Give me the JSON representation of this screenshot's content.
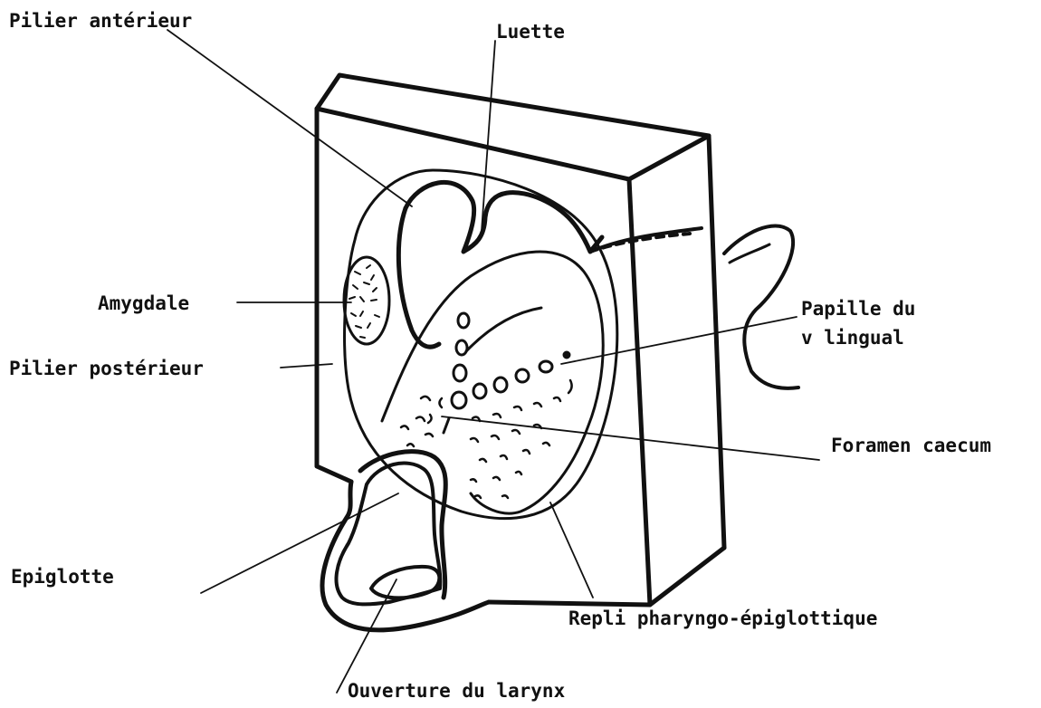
{
  "labels": {
    "pilier_anterieur": "Pilier antérieur",
    "luette": "Luette",
    "amygdale": "Amygdale",
    "pilier_posterieur": "Pilier postérieur",
    "papille_line1": "Papille du",
    "papille_line2": "v lingual",
    "foramen": "Foramen caecum",
    "epiglotte": "Epiglotte",
    "repli": "Repli pharyngo-épiglottique",
    "ouverture": "Ouverture du larynx"
  },
  "colors": {
    "ink": "#111111",
    "background": "#ffffff"
  }
}
